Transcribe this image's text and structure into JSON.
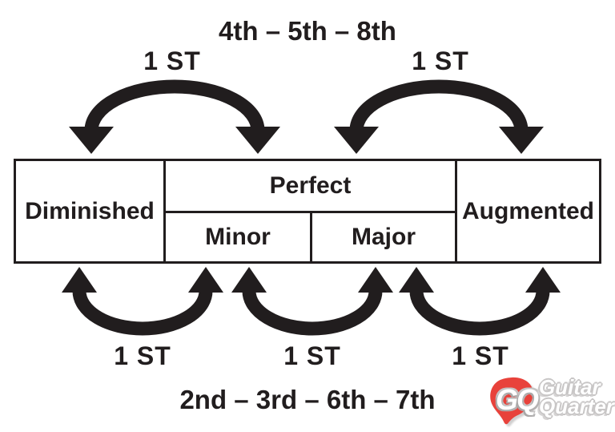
{
  "diagram": {
    "top": {
      "heading": "4th – 5th – 8th",
      "arcs": [
        {
          "label": "1 ST",
          "connects": "Diminished–Perfect"
        },
        {
          "label": "1 ST",
          "connects": "Perfect–Augmented"
        }
      ]
    },
    "table": {
      "diminished": "Diminished",
      "perfect": "Perfect",
      "minor": "Minor",
      "major": "Major",
      "augmented": "Augmented"
    },
    "bottom": {
      "arcs": [
        {
          "label": "1 ST",
          "connects": "Diminished–Minor"
        },
        {
          "label": "1 ST",
          "connects": "Minor–Major"
        },
        {
          "label": "1 ST",
          "connects": "Major–Augmented"
        }
      ],
      "heading": "2nd – 3rd – 6th – 7th"
    }
  },
  "logo": {
    "monogram": "GQ",
    "name_line1": "Guitar",
    "name_line2": "Quarter",
    "badge_color": "#e8423b",
    "text_color": "#ffffff"
  },
  "colors": {
    "ink": "#211d1e",
    "background": "#ffffff"
  }
}
